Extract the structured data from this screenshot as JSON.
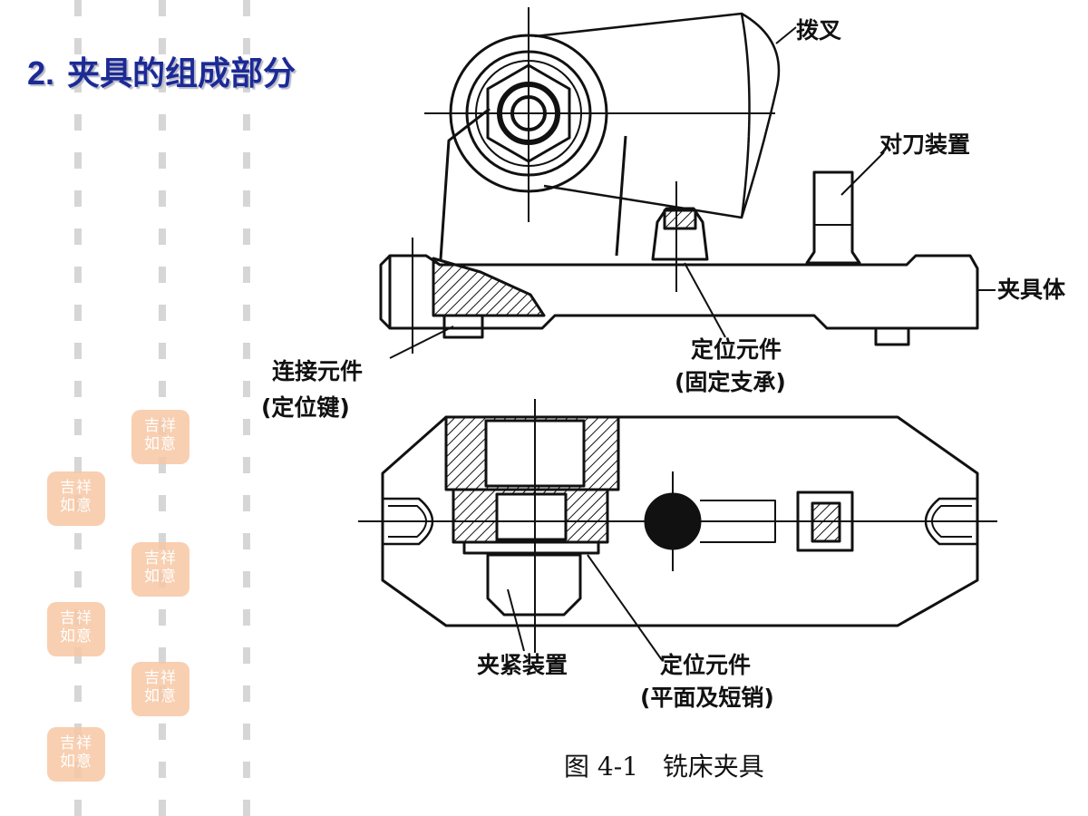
{
  "slide": {
    "number": "2.",
    "title": "夹具的组成部分"
  },
  "decor": {
    "seal_text": "吉祥如意",
    "seal_color": "#f7c7a4",
    "title_color": "#1b2a95"
  },
  "figure": {
    "labels": {
      "fork": "拨叉",
      "tool_setting": "对刀装置",
      "fixture_body": "夹具体",
      "locating_fixed": "定位元件",
      "locating_fixed_note": "(固定支承)",
      "connecting": "连接元件",
      "connecting_note": "(定位键)",
      "clamping": "夹紧装置",
      "locating_plane": "定位元件",
      "locating_plane_note": "(平面及短销)"
    },
    "caption": "图 4-1   铣床夹具"
  }
}
